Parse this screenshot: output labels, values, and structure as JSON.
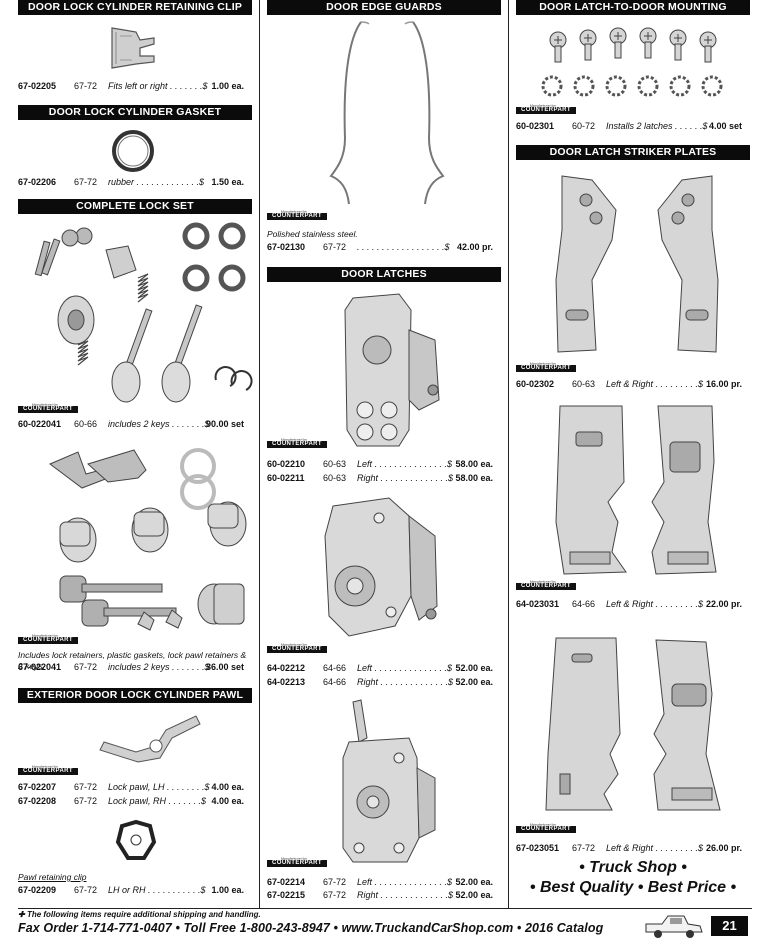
{
  "col1": {
    "h1": "DOOR LOCK CYLINDER RETAINING CLIP",
    "r1": {
      "pn": "67-02205",
      "yr": "67-72",
      "desc": "Fits left or right . . . . . . .$",
      "price": "1.00  ea."
    },
    "h2": "DOOR LOCK CYLINDER GASKET",
    "r2": {
      "pn": "67-02206",
      "yr": "67-72",
      "desc": "rubber  . . . . . . . . . . . . .$",
      "price": "1.50  ea."
    },
    "h3": "COMPLETE LOCK SET",
    "r3": {
      "pn": "60-022041",
      "yr": "60-66",
      "desc": "includes 2 keys . . . . . . .$",
      "price": "90.00  set"
    },
    "note4": "Includes lock retainers, plastic gaskets, lock pawl retainers & 2 keys.",
    "r4": {
      "pn": "67-022041",
      "yr": "67-72",
      "desc": "includes 2 keys . . . . . . .$",
      "price": "36.00  set"
    },
    "h5": "EXTERIOR DOOR LOCK CYLINDER PAWL",
    "r5a": {
      "pn": "67-02207",
      "yr": "67-72",
      "desc": "Lock pawl, LH . . . . . . . .$",
      "price": "4.00  ea."
    },
    "r5b": {
      "pn": "67-02208",
      "yr": "67-72",
      "desc": "Lock pawl, RH  . . . . . . .$",
      "price": "4.00  ea."
    },
    "note6": "Pawl retaining clip",
    "r6": {
      "pn": "67-02209",
      "yr": "67-72",
      "desc": "LH or RH  . . . . . . . . . . .$",
      "price": "1.00  ea."
    }
  },
  "col2": {
    "h1": "DOOR EDGE GUARDS",
    "note1": "Polished stainless steel.",
    "r1": {
      "pn": "67-02130",
      "yr": "67-72",
      "desc": ". . . . . . . . . . . . . . . . . .$",
      "price": "42.00  pr."
    },
    "h2": "DOOR LATCHES",
    "r2a": {
      "pn": "60-02210",
      "yr": "60-63",
      "desc": "Left  . . . . . . . . . . . . . . .$",
      "price": "58.00  ea."
    },
    "r2b": {
      "pn": "60-02211",
      "yr": "60-63",
      "desc": "Right  . . . . . . . . . . . . . .$",
      "price": "58.00  ea."
    },
    "r3a": {
      "pn": "64-02212",
      "yr": "64-66",
      "desc": "Left  . . . . . . . . . . . . . . .$",
      "price": "52.00  ea."
    },
    "r3b": {
      "pn": "64-02213",
      "yr": "64-66",
      "desc": "Right  . . . . . . . . . . . . . .$",
      "price": "52.00  ea."
    },
    "r4a": {
      "pn": "67-02214",
      "yr": "67-72",
      "desc": "Left  . . . . . . . . . . . . . . .$",
      "price": "52.00  ea."
    },
    "r4b": {
      "pn": "67-02215",
      "yr": "67-72",
      "desc": "Right  . . . . . . . . . . . . . .$",
      "price": "52.00  ea."
    }
  },
  "col3": {
    "h1": "DOOR LATCH-TO-DOOR MOUNTING SCREWS",
    "r1": {
      "pn": "60-02301",
      "yr": "60-72",
      "desc": "Installs 2 latches . . . . . .$",
      "price": "4.00  set"
    },
    "h2": "DOOR LATCH STRIKER PLATES",
    "r2": {
      "pn": "60-02302",
      "yr": "60-63",
      "desc": "Left & Right  . . . . . . . . .$",
      "price": "16.00  pr."
    },
    "r3": {
      "pn": "64-023031",
      "yr": "64-66",
      "desc": "Left & Right  . . . . . . . . .$",
      "price": "22.00  pr."
    },
    "r4": {
      "pn": "67-023051",
      "yr": "67-72",
      "desc": "Left & Right  . . . . . . . . .$",
      "price": "26.00  pr."
    }
  },
  "badge": {
    "top": "Manufactured by",
    "label": "COUNTERPART"
  },
  "slogan": {
    "line1": "• Truck Shop •",
    "line2": "• Best Quality • Best Price •"
  },
  "footer": {
    "note": "The following items require additional shipping and handling.",
    "main": "Fax Order  1-714-771-0407  •  Toll Free  1-800-243-8947  •  www.TruckandCarShop.com  •  2016 Catalog",
    "page": "21"
  }
}
